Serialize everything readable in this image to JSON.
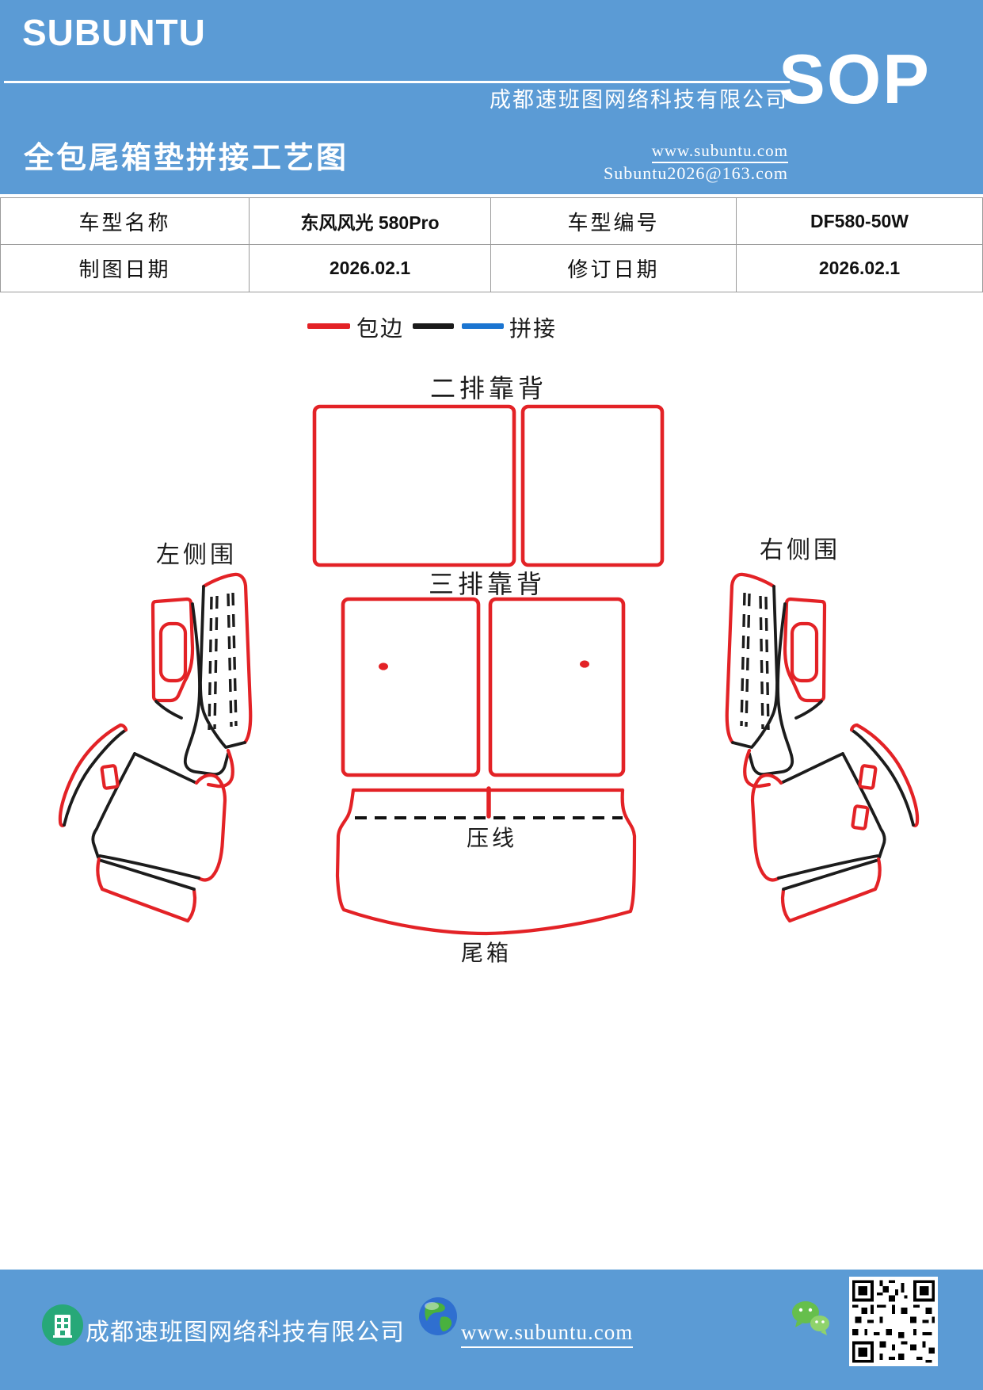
{
  "header": {
    "brand": "SUBUNTU",
    "title": "全包尾箱垫拼接工艺图",
    "company": "成都速班图网络科技有限公司",
    "website": "www.subuntu.com",
    "email": "Subuntu2026@163.com",
    "badge": "SOP"
  },
  "info_table": {
    "rows": [
      {
        "cells": [
          "车型名称",
          "东风风光 580Pro",
          "车型编号",
          "DF580-50W"
        ]
      },
      {
        "cells": [
          "制图日期",
          "2026.02.1",
          "修订日期",
          "2026.02.1"
        ]
      }
    ]
  },
  "legend": {
    "edge_label": "包边",
    "splice_label": "拼接",
    "edge_color": "#e32226",
    "splice_black": "#1a1a1a",
    "splice_blue": "#1b75d1"
  },
  "diagram": {
    "labels": {
      "second_row": "二排靠背",
      "third_row": "三排靠背",
      "left_side": "左侧围",
      "right_side": "右侧围",
      "press_line": "压线",
      "trunk": "尾箱"
    }
  },
  "footer": {
    "company": "成都速班图网络科技有限公司",
    "website": "www.subuntu.com"
  },
  "icons": [
    "building-icon",
    "globe-icon",
    "wechat-icon",
    "qr-code"
  ],
  "colors": {
    "band_blue": "#5b9bd5",
    "edge_red": "#e32226",
    "splice_blue": "#1b75d1",
    "line_black": "#1a1a1a"
  }
}
